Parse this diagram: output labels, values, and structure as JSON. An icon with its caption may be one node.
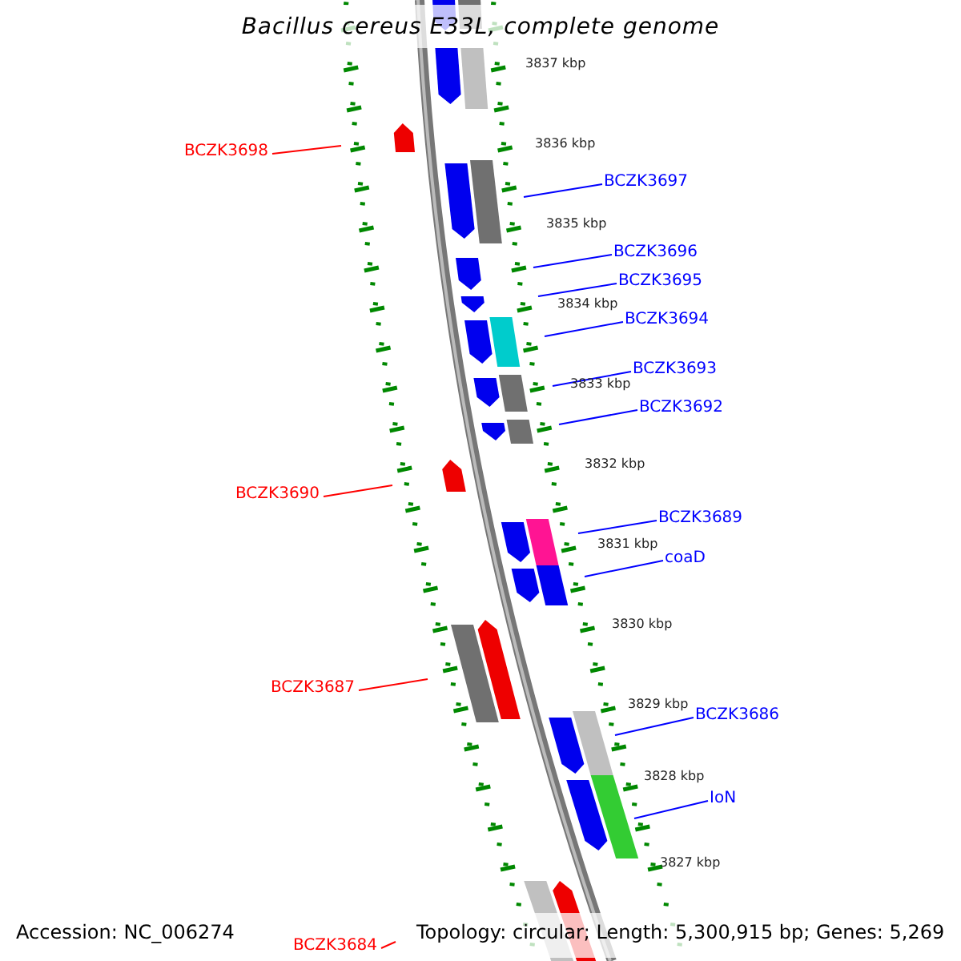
{
  "diagram": {
    "title": "Bacillus cereus E33L, complete genome",
    "nodes": [
      {
        "text": [
          "BCZK3698"
        ]
      },
      {
        "text": [
          "BCZK3697"
        ]
      },
      {
        "text": [
          "BCZK3696"
        ]
      },
      {
        "text": [
          "BCZK3695"
        ]
      },
      {
        "text": [
          "BCZK3694"
        ]
      },
      {
        "text": [
          "BCZK3693"
        ]
      },
      {
        "text": [
          "BCZK3692"
        ]
      },
      {
        "text": [
          "BCZK3690"
        ]
      },
      {
        "text": [
          "BCZK3689"
        ]
      },
      {
        "text": [
          "coaD"
        ]
      },
      {
        "text": [
          "BCZK3687"
        ]
      },
      {
        "text": [
          "BCZK3686"
        ]
      },
      {
        "text": [
          "IoN"
        ]
      },
      {
        "text": [
          "BCZK3684"
        ]
      }
    ],
    "edges": [
      {
        "from": 0,
        "to": null,
        "arrow": "none",
        "color": "#ff0000"
      },
      {
        "from": 1,
        "to": null,
        "arrow": "none"
      },
      {
        "from": 2,
        "to": null,
        "arrow": "none"
      },
      {
        "from": 3,
        "to": null,
        "arrow": "none"
      },
      {
        "from": 4,
        "to": null,
        "arrow": "none"
      },
      {
        "from": 5,
        "to": null,
        "arrow": "none"
      },
      {
        "from": 6,
        "to": null,
        "arrow": "none"
      },
      {
        "from": 7,
        "to": null,
        "arrow": "none",
        "color": "#ff0000"
      },
      {
        "from": 8,
        "to": null,
        "arrow": "none"
      },
      {
        "from": 9,
        "to": null,
        "arrow": "none"
      },
      {
        "from": 10,
        "to": null,
        "arrow": "none",
        "color": "#ff0000"
      },
      {
        "from": 11,
        "to": null,
        "arrow": "none"
      },
      {
        "from": 12,
        "to": null,
        "arrow": "none"
      },
      {
        "from": 13,
        "to": null,
        "arrow": "none",
        "color": "#ff0000"
      }
    ],
    "labels": [
      "3837 kbp",
      "3836 kbp",
      "3835 kbp",
      "3834 kbp",
      "3833 kbp",
      "3832 kbp",
      "3831 kbp",
      "3830 kbp",
      "3829 kbp",
      "3828 kbp",
      "3827 kbp",
      "Accession: NC_006274",
      "Topology: circular; Length: 5,300,915 bp; Genes: 5,269"
    ]
  }
}
